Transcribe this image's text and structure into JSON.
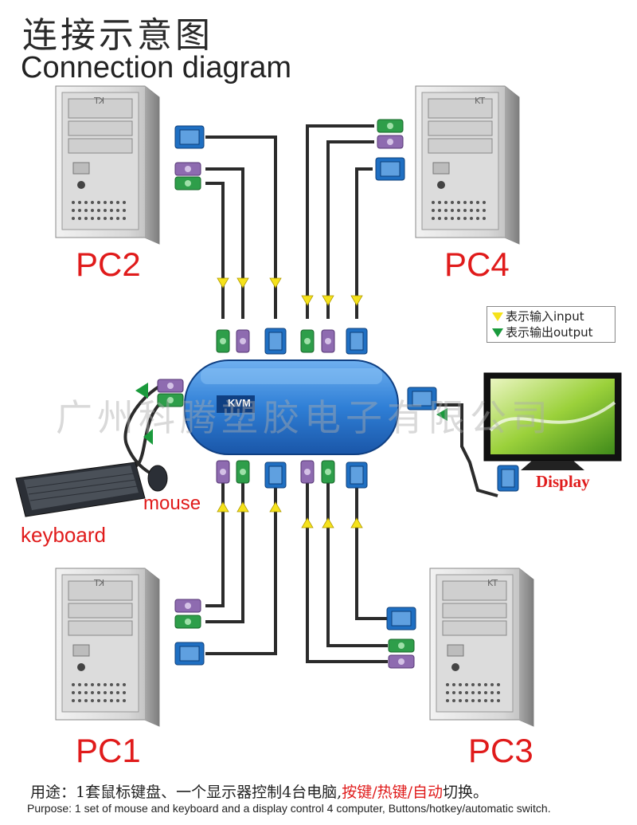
{
  "title": {
    "chinese": "连接示意图",
    "english": "Connection diagram"
  },
  "pcs": {
    "pc1": "PC1",
    "pc2": "PC2",
    "pc3": "PC3",
    "pc4": "PC4"
  },
  "peripherals": {
    "mouse": "mouse",
    "keyboard": "keyboard",
    "display": "Display"
  },
  "legend": {
    "input": "表示输入input",
    "output": "表示输出output"
  },
  "case_badge": "KT",
  "device": {
    "brand": "KVM"
  },
  "watermark": "广州科腾塑胶电子有限公司",
  "footer": {
    "cn_plain": "用途：1套鼠标键盘、一个显示器控制4台电脑,",
    "cn_highlight": "按键/热键/自动",
    "cn_end": "切换。",
    "en": "Purpose: 1 set of mouse and keyboard and a display control 4 computer, Buttons/hotkey/automatic switch."
  },
  "colors": {
    "label_red": "#e01b1b",
    "input_yellow": "#f5e21b",
    "output_green": "#1a9a3c",
    "vga_blue": "#1f6fc2",
    "ps2_green": "#2e9e4a",
    "ps2_purple": "#8e6bb0",
    "kvm_blue": "#2f7fd6"
  }
}
